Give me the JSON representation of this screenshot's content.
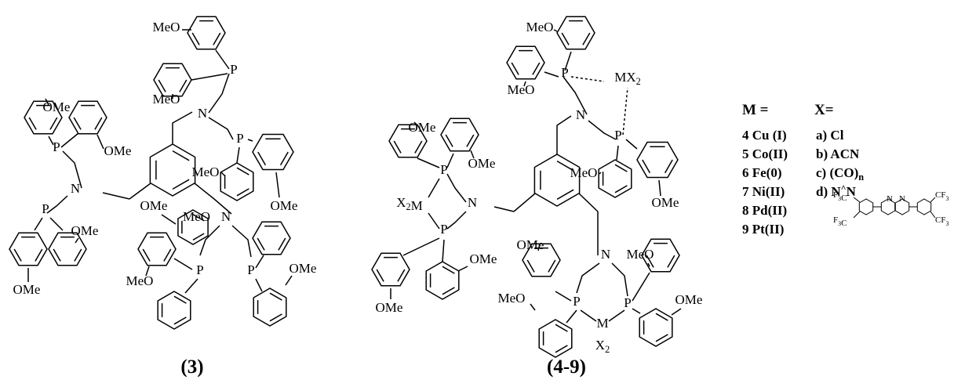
{
  "structures": [
    {
      "id": "s3",
      "label": "(3)",
      "atoms": [
        "MeO",
        "MeO",
        "P",
        "N",
        "P",
        "MeO",
        "OMe",
        "OMe",
        "OMe",
        "P",
        "N",
        "P",
        "OMe",
        "OMe",
        "OMe",
        "MeO",
        "N",
        "MeO",
        "P",
        "P",
        "OMe"
      ]
    },
    {
      "id": "s49",
      "label": "(4-9)",
      "atoms": [
        "MeO",
        "MeO",
        "P",
        "MX2",
        "N",
        "P",
        "MeO",
        "OMe",
        "OMe",
        "OMe",
        "P",
        "X2M",
        "N",
        "P",
        "OMe",
        "OMe",
        "OMe",
        "N",
        "MeO",
        "MeO",
        "P",
        "P",
        "OMe",
        "M",
        "X2"
      ]
    }
  ],
  "legend": {
    "m_header": "M =",
    "x_header": "X=",
    "metals": [
      "4 Cu (I)",
      "5 Co(II)",
      "6 Fe(0)",
      "7 Ni(II)",
      "8 Pd(II)",
      "9 Pt(II)"
    ],
    "ligands": [
      "a) Cl",
      "b) ACN",
      "c) (CO)n",
      "d) N^N"
    ],
    "naphthyridine_atoms": [
      "F3C",
      "F3C",
      "N",
      "N",
      "CF3",
      "CF3"
    ]
  }
}
